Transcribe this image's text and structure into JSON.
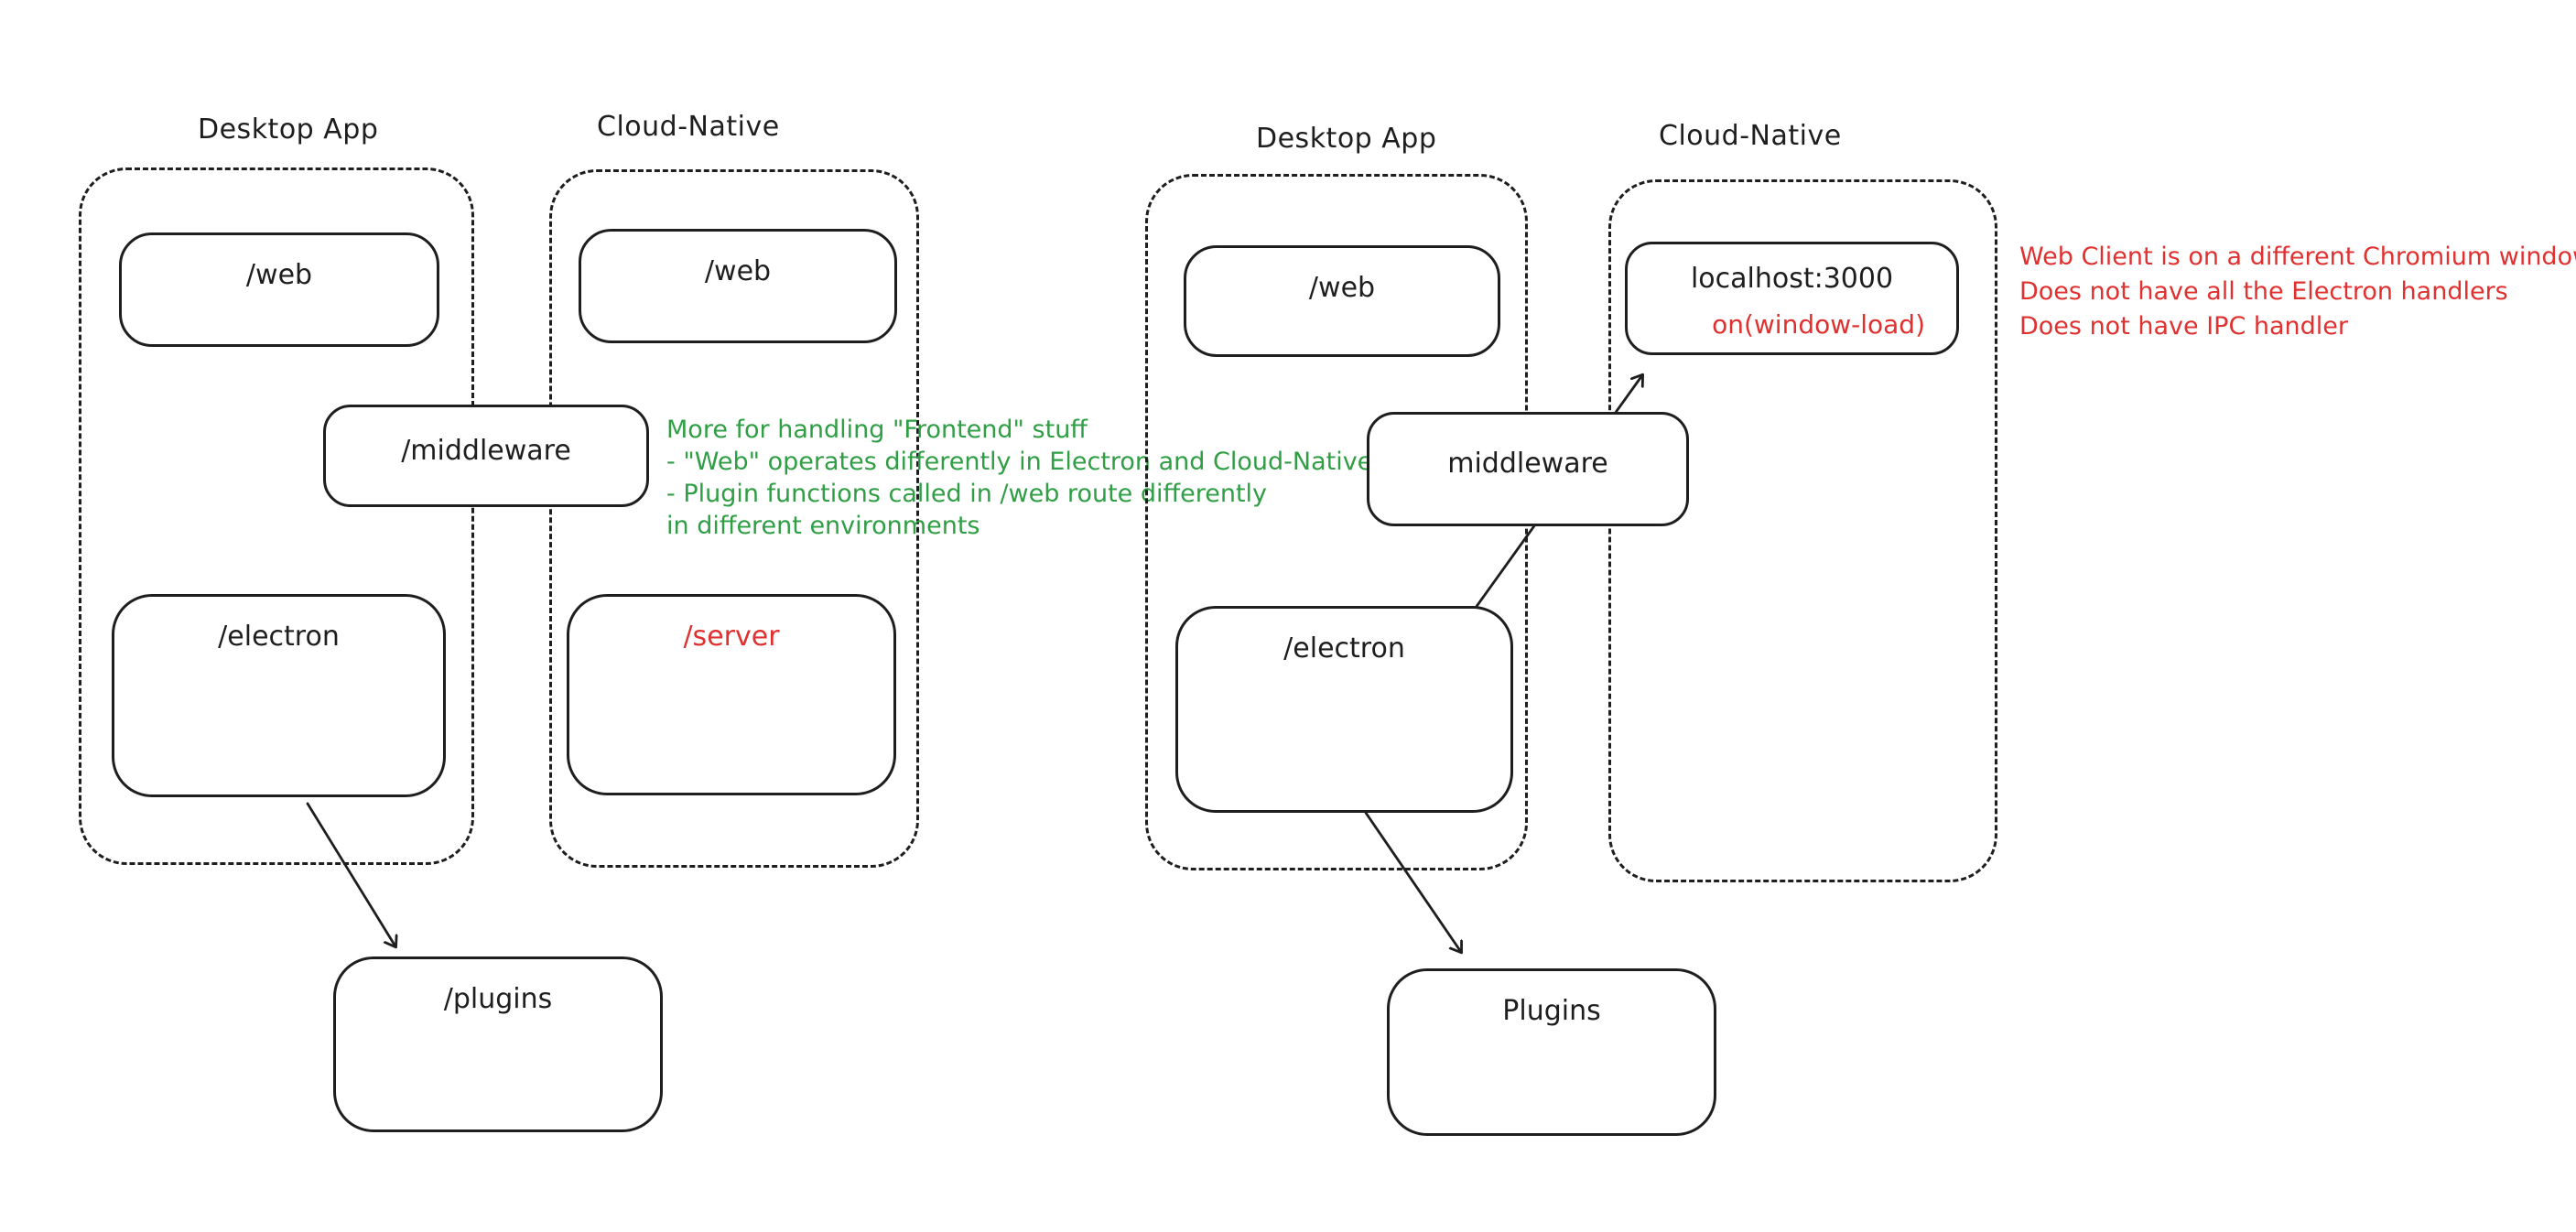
{
  "colors": {
    "ink": "#1e1e1e",
    "green": "#2f9e44",
    "red": "#e03131",
    "background": "#ffffff"
  },
  "left_diagram": {
    "desktop_container_label": "Desktop App",
    "cloud_container_label": "Cloud-Native",
    "web_desktop_label": "/web",
    "web_cloud_label": "/web",
    "middleware_label": "/middleware",
    "electron_label": "/electron",
    "server_label": "/server",
    "plugins_label": "/plugins",
    "green_note_lines": [
      "More for handling \"Frontend\" stuff",
      "- \"Web\" operates differently in Electron and Cloud-Native",
      "- Plugin functions called in /web route differently",
      "in different environments"
    ]
  },
  "right_diagram": {
    "desktop_container_label": "Desktop App",
    "cloud_container_label": "Cloud-Native",
    "web_label": "/web",
    "localhost_label": "localhost:3000",
    "localhost_sub_label": "on(window-load)",
    "middleware_label": "middleware",
    "electron_label": "/electron",
    "plugins_label": "Plugins",
    "red_note_lines": [
      "Web Client is on a different Chromium window",
      "Does not have all the Electron handlers",
      "Does not have IPC handler"
    ]
  }
}
